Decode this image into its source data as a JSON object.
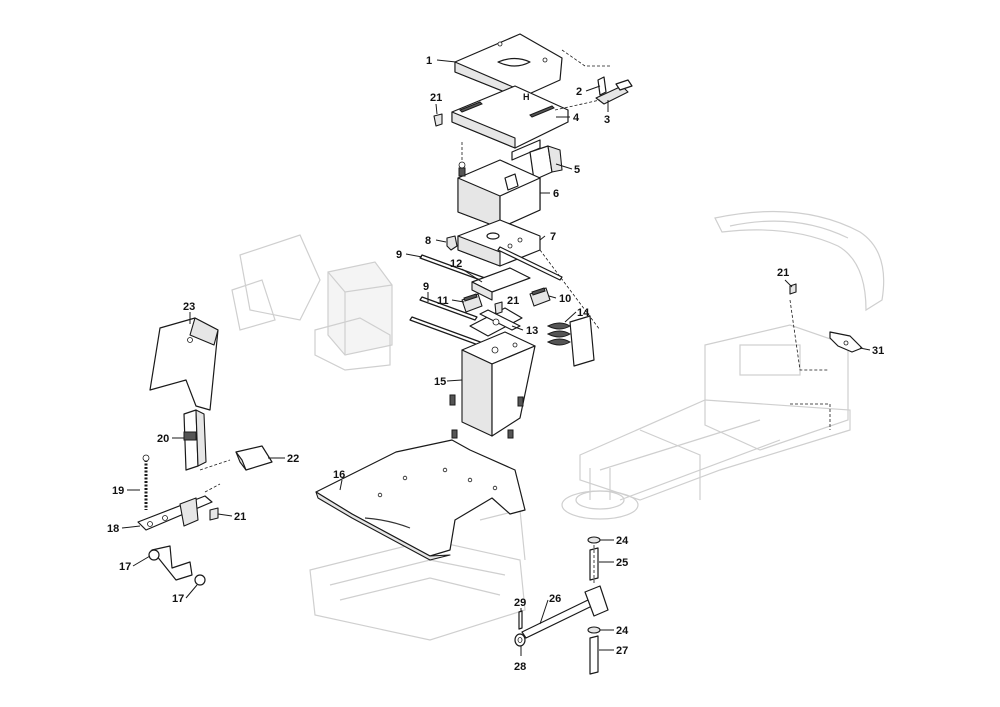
{
  "callouts": [
    {
      "id": "c1",
      "text": "1"
    },
    {
      "id": "c2",
      "text": "2"
    },
    {
      "id": "c3",
      "text": "3"
    },
    {
      "id": "c4",
      "text": "4"
    },
    {
      "id": "c5",
      "text": "5"
    },
    {
      "id": "c6",
      "text": "6"
    },
    {
      "id": "c7",
      "text": "7"
    },
    {
      "id": "c8",
      "text": "8"
    },
    {
      "id": "c9a",
      "text": "9"
    },
    {
      "id": "c9b",
      "text": "9"
    },
    {
      "id": "c10",
      "text": "10"
    },
    {
      "id": "c11",
      "text": "11"
    },
    {
      "id": "c12",
      "text": "12"
    },
    {
      "id": "c13",
      "text": "13"
    },
    {
      "id": "c14",
      "text": "14"
    },
    {
      "id": "c15",
      "text": "15"
    },
    {
      "id": "c16",
      "text": "16"
    },
    {
      "id": "c17a",
      "text": "17"
    },
    {
      "id": "c17b",
      "text": "17"
    },
    {
      "id": "c18",
      "text": "18"
    },
    {
      "id": "c19",
      "text": "19"
    },
    {
      "id": "c20",
      "text": "20"
    },
    {
      "id": "c21a",
      "text": "21"
    },
    {
      "id": "c21b",
      "text": "21"
    },
    {
      "id": "c21c",
      "text": "21"
    },
    {
      "id": "c21d",
      "text": "21"
    },
    {
      "id": "c22",
      "text": "22"
    },
    {
      "id": "c23",
      "text": "23"
    },
    {
      "id": "c24a",
      "text": "24"
    },
    {
      "id": "c24b",
      "text": "24"
    },
    {
      "id": "c25",
      "text": "25"
    },
    {
      "id": "c26",
      "text": "26"
    },
    {
      "id": "c27",
      "text": "27"
    },
    {
      "id": "c28",
      "text": "28"
    },
    {
      "id": "c29",
      "text": "29"
    },
    {
      "id": "c31",
      "text": "31"
    }
  ]
}
